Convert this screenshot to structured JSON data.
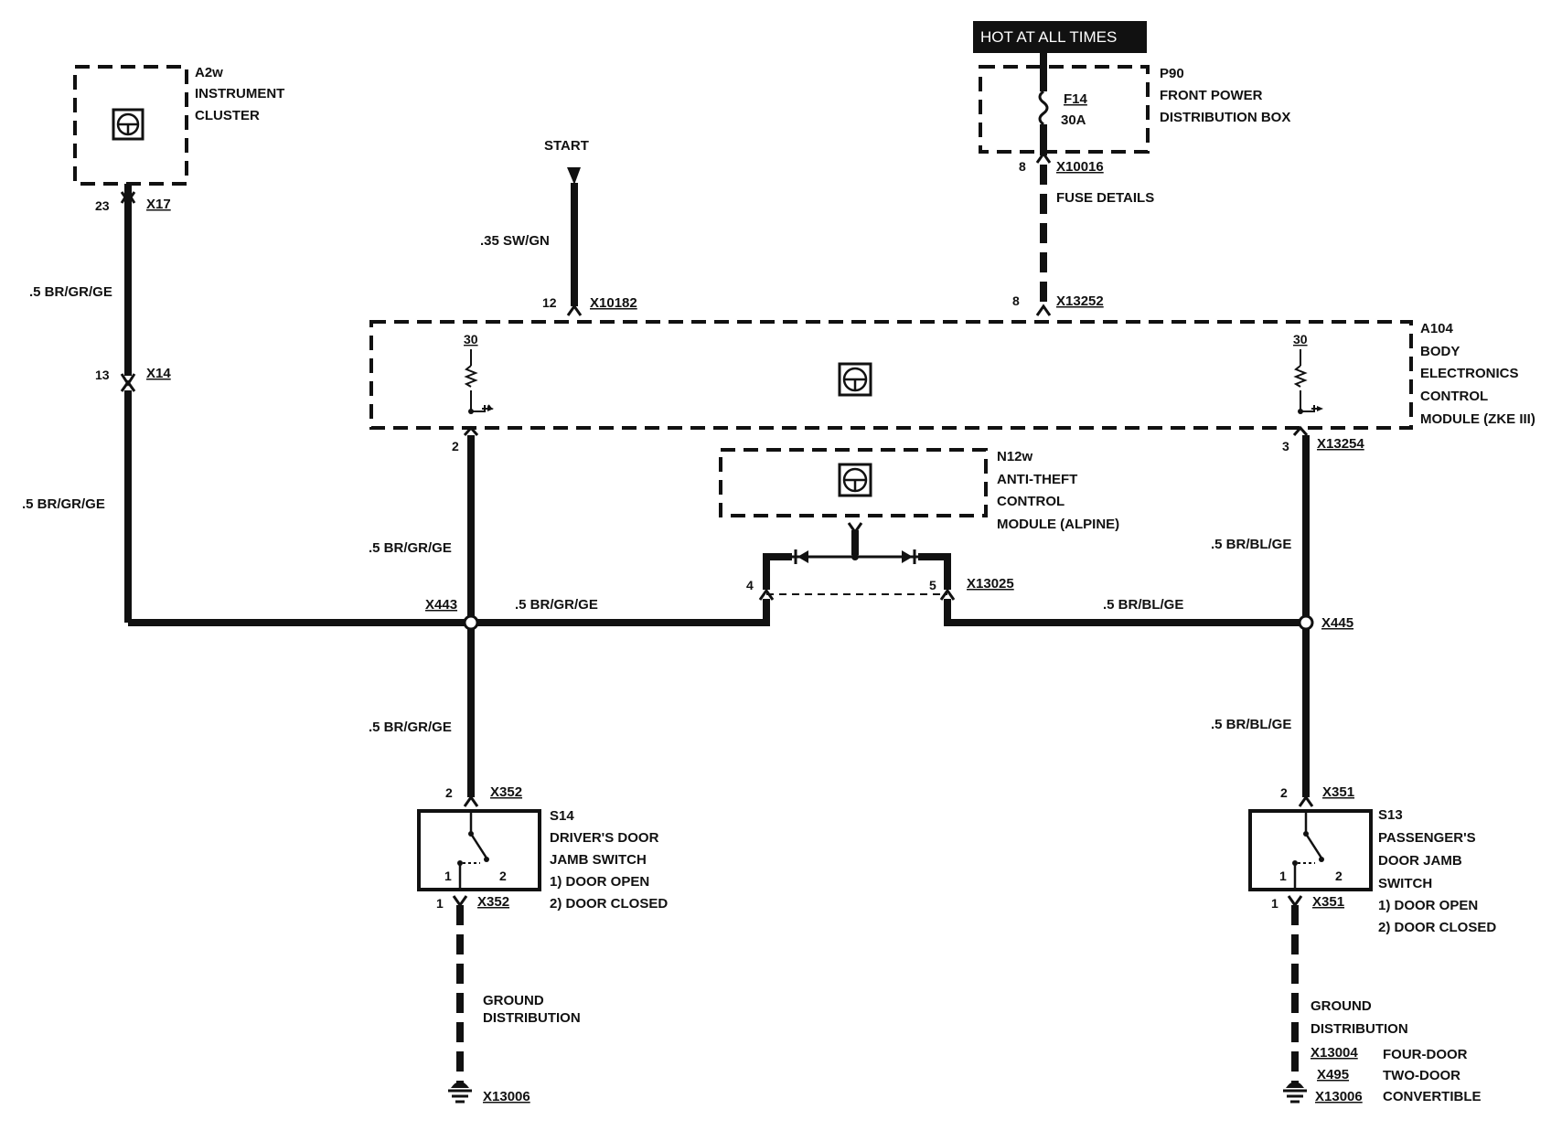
{
  "hot_label": "HOT AT ALL TIMES",
  "components": {
    "a2w": {
      "id": "A2w",
      "line1": "INSTRUMENT",
      "line2": "CLUSTER"
    },
    "p90": {
      "id": "P90",
      "line1": "FRONT POWER",
      "line2": "DISTRIBUTION BOX"
    },
    "fuse": {
      "id": "F14",
      "rating": "30A"
    },
    "fuse_details": "FUSE DETAILS",
    "start": "START",
    "a104": {
      "id": "A104",
      "line1": "BODY",
      "line2": "ELECTRONICS",
      "line3": "CONTROL",
      "line4": "MODULE (ZKE III)"
    },
    "n12w": {
      "id": "N12w",
      "line1": "ANTI-THEFT",
      "line2": "CONTROL",
      "line3": "MODULE (ALPINE)"
    },
    "s14": {
      "id": "S14",
      "line1": "DRIVER'S DOOR",
      "line2": "JAMB SWITCH",
      "opt1": "1)   DOOR OPEN",
      "opt2": "2)   DOOR CLOSED"
    },
    "s13": {
      "id": "S13",
      "line1": "PASSENGER'S",
      "line2": "DOOR JAMB",
      "line3": "SWITCH",
      "opt1": "1)   DOOR OPEN",
      "opt2": "2)   DOOR CLOSED"
    },
    "ground_left": {
      "line1": "GROUND",
      "line2": "DISTRIBUTION",
      "conn": "X13006"
    },
    "ground_right": {
      "line1": "GROUND",
      "line2": "DISTRIBUTION",
      "c1": "X13004",
      "d1": "FOUR-DOOR",
      "c2": "X495",
      "d2": "TWO-DOOR",
      "c3": "X13006",
      "d3": "CONVERTIBLE"
    }
  },
  "connectors": {
    "x17": "X17",
    "x14": "X14",
    "x10182": "X10182",
    "x10016": "X10016",
    "x13252": "X13252",
    "x13254": "X13254",
    "x443": "X443",
    "x445": "X445",
    "x13025": "X13025",
    "x352_top": "X352",
    "x352_bot": "X352",
    "x351_top": "X351",
    "x351_bot": "X351"
  },
  "pins": {
    "p23": "23",
    "p13": "13",
    "p12": "12",
    "p8a": "8",
    "p8b": "8",
    "p30l": "30",
    "p30r": "30",
    "p2m": "2",
    "p3m": "3",
    "p4": "4",
    "p5": "5",
    "s14_top": "2",
    "s14_bot": "1",
    "s14_sw1": "1",
    "s14_sw2": "2",
    "s13_top": "2",
    "s13_bot": "1",
    "s13_sw1": "1",
    "s13_sw2": "2"
  },
  "wires": {
    "w_a": ".5 BR/GR/GE",
    "w_b": ".5 BR/GR/GE",
    "w_start": ".35 SW/GN",
    "w_c": ".5 BR/GR/GE",
    "w_d": ".5 BR/GR/GE",
    "w_e": ".5 BR/GR/GE",
    "w_f": ".5 BR/BL/GE",
    "w_g": ".5 BR/BL/GE",
    "w_h": ".5 BR/BL/GE"
  }
}
